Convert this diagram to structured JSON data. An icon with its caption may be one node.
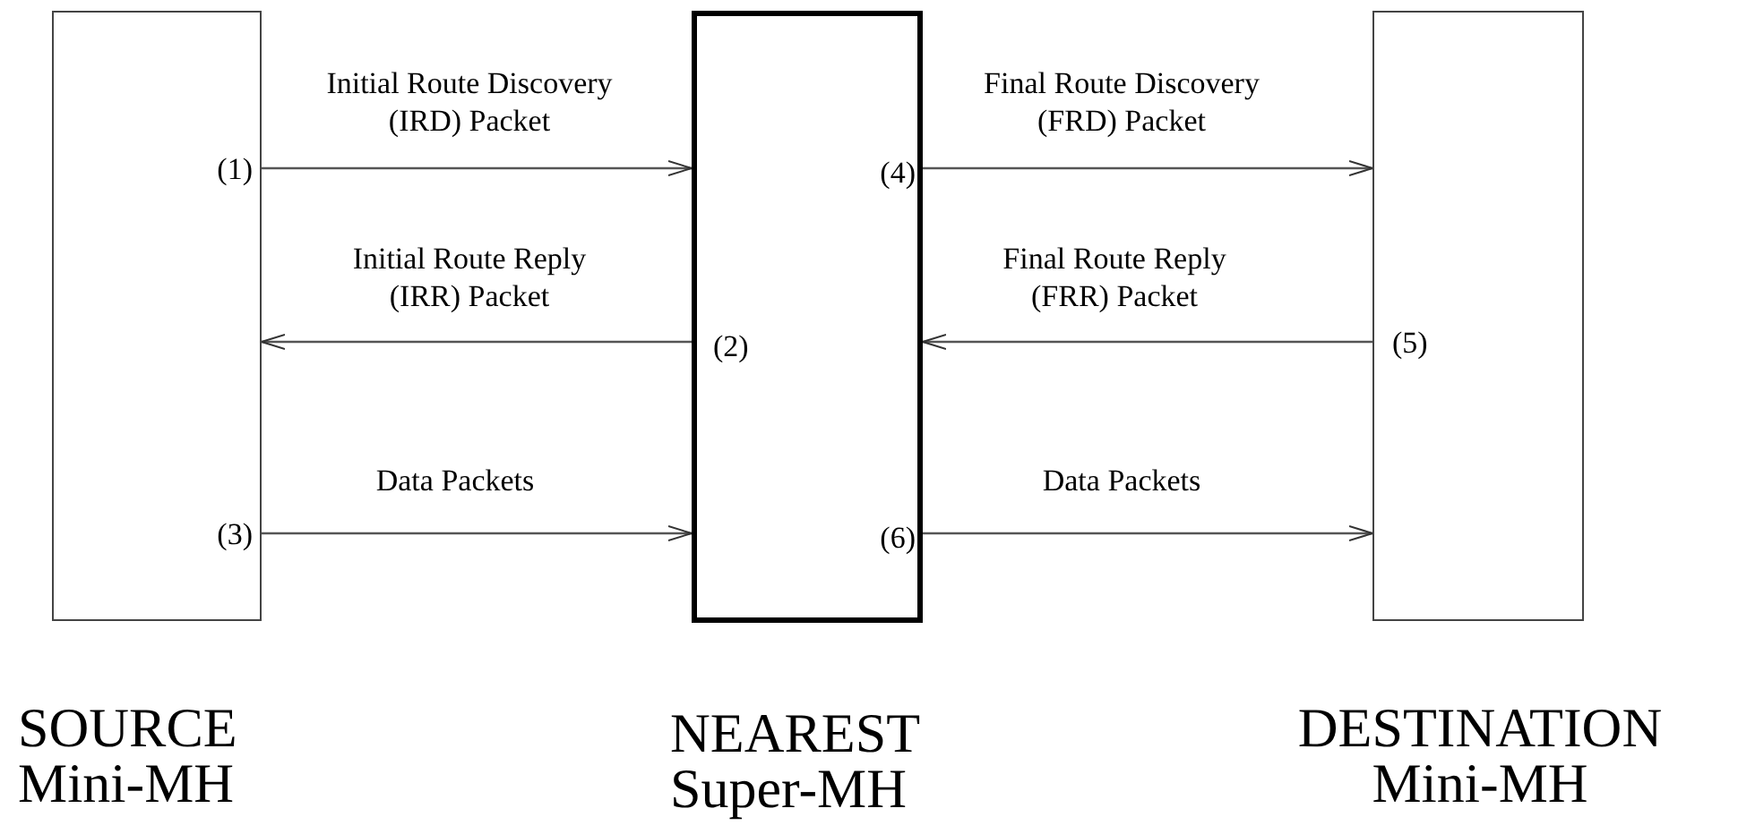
{
  "diagram": {
    "nodes": [
      {
        "text": [
          "(1)",
          "(3)",
          "SOURCE Mini-MH"
        ]
      },
      {
        "text": [
          "(4)",
          "(2)",
          "(6)",
          "NEAREST Super-MH"
        ]
      },
      {
        "text": [
          "(5)",
          "DESTINATION Mini-MH"
        ]
      }
    ],
    "edges": [
      {
        "from": 0,
        "to": 1,
        "arrow": "to",
        "label": "Initial Route Discovery (IRD)  Packet"
      },
      {
        "from": 1,
        "to": 0,
        "arrow": "to",
        "label": "Initial Route Reply (IRR) Packet"
      },
      {
        "from": 0,
        "to": 1,
        "arrow": "to",
        "label": "Data Packets"
      },
      {
        "from": 1,
        "to": 2,
        "arrow": "to",
        "label": "Final Route Discovery (FRD) Packet"
      },
      {
        "from": 2,
        "to": 1,
        "arrow": "to",
        "label": "Final Route Reply (FRR) Packet"
      },
      {
        "from": 1,
        "to": 2,
        "arrow": "to",
        "label": "Data Packets"
      }
    ]
  }
}
